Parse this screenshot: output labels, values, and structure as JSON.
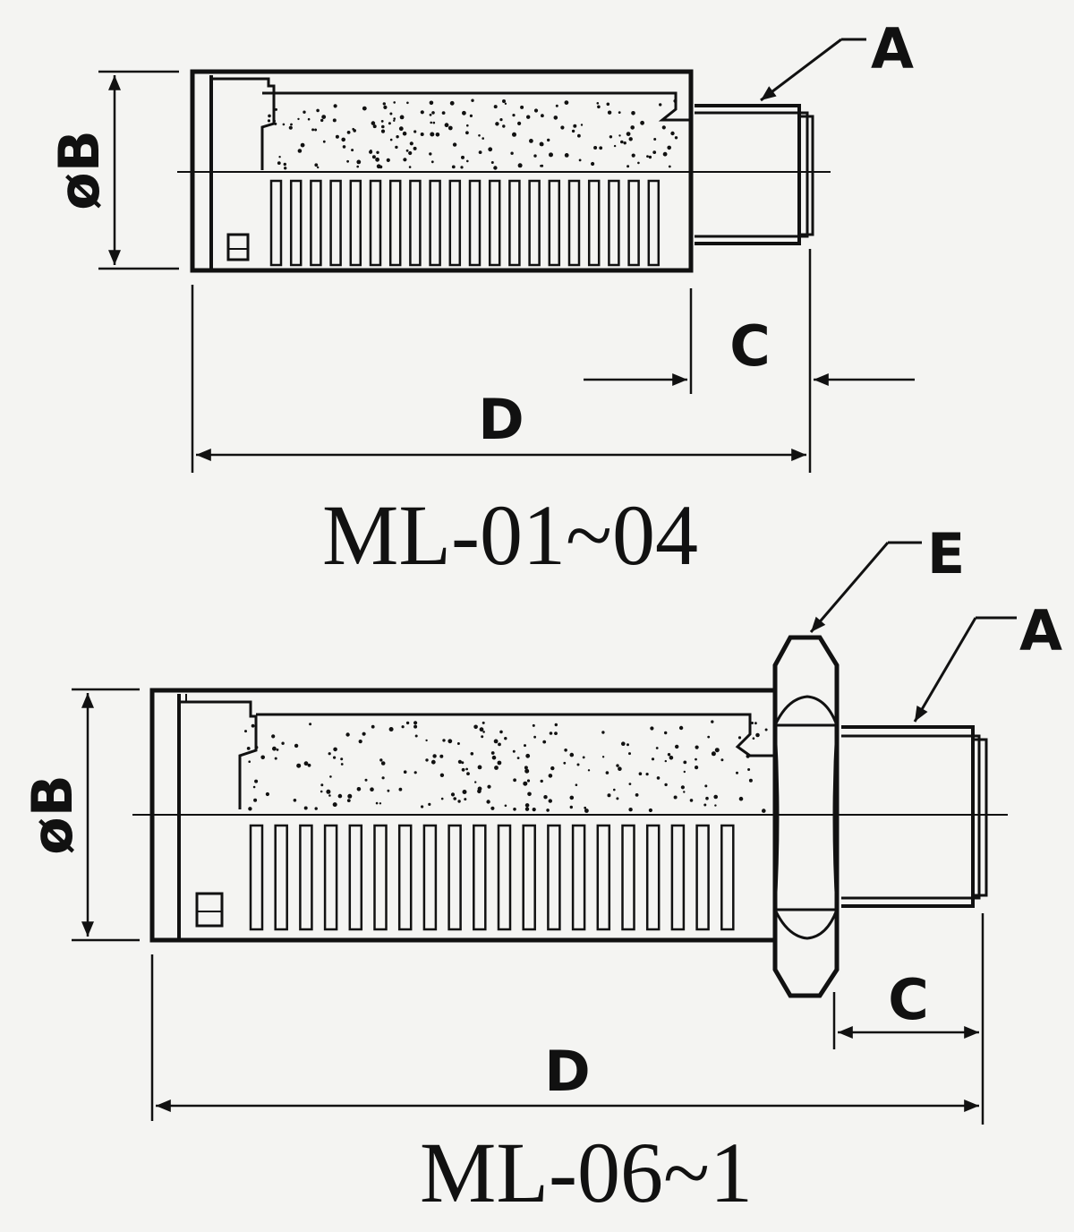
{
  "drawing_1": {
    "model": "ML-01~04",
    "labels": {
      "a": "A",
      "b": "øB",
      "c": "C",
      "d": "D"
    }
  },
  "drawing_2": {
    "model": "ML-06~1",
    "labels": {
      "a": "A",
      "b": "øB",
      "c": "C",
      "d": "D",
      "e": "E"
    }
  },
  "colors": {
    "ink": "#111111",
    "paper": "#f4f4f2"
  }
}
